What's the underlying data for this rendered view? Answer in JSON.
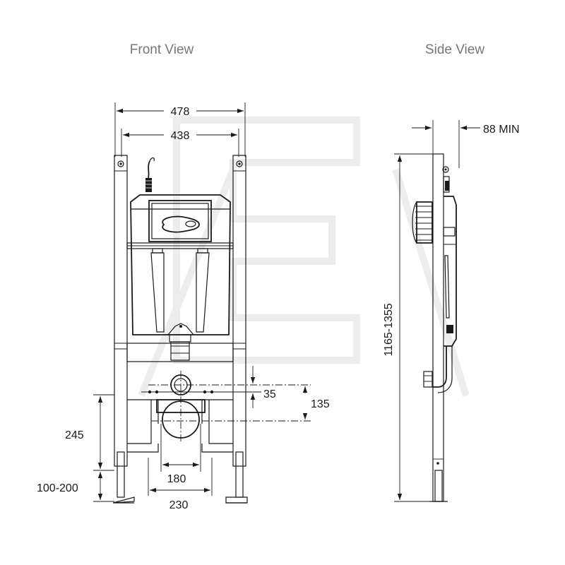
{
  "views": {
    "front_title": "Front View",
    "side_title": "Side View"
  },
  "dimensions": {
    "overall_width": "478",
    "inner_width": "438",
    "pipe_offset": "35",
    "pipe_to_bolts": "135",
    "bolt_height": "245",
    "foot_adjust": "100-200",
    "inner_bolt_spacing": "180",
    "outer_bolt_spacing": "230",
    "depth_min": "88 MIN",
    "overall_height": "1165-1355"
  }
}
